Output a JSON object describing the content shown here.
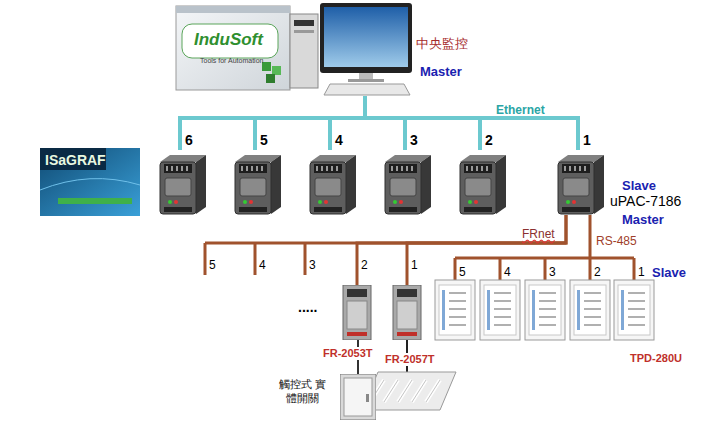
{
  "diagram": {
    "nodes": [
      {
        "text": [
          "中央監控",
          "Master"
        ]
      },
      {
        "text": [
          "6"
        ]
      },
      {
        "text": [
          "5"
        ]
      },
      {
        "text": [
          "4"
        ]
      },
      {
        "text": [
          "3"
        ]
      },
      {
        "text": [
          "2"
        ]
      },
      {
        "text": [
          "1",
          "Slave",
          "uPAC-7186",
          "Master"
        ]
      },
      {
        "text": [
          "FR-2053T"
        ]
      },
      {
        "text": [
          "FR-2057T"
        ]
      },
      {
        "text": [
          "觸控式 實體開關"
        ]
      }
    ],
    "edges": [
      {
        "from": 0,
        "to": 1,
        "arrow": "none"
      },
      {
        "from": 0,
        "to": 2,
        "arrow": "none"
      },
      {
        "from": 0,
        "to": 3,
        "arrow": "none"
      },
      {
        "from": 0,
        "to": 4,
        "arrow": "none"
      },
      {
        "from": 0,
        "to": 5,
        "arrow": "none"
      },
      {
        "from": 0,
        "to": 6,
        "arrow": "none"
      },
      {
        "from": 6,
        "to": 7,
        "arrow": "none"
      },
      {
        "from": 6,
        "to": 8,
        "arrow": "none"
      },
      {
        "from": 7,
        "to": 9,
        "arrow": "none"
      }
    ],
    "labels": [
      "InduSoft",
      "Tools for Automation",
      "Ethernet",
      "ISaGRAF",
      "FRnet",
      "RS-485",
      "5",
      "4",
      "3",
      "2",
      "1",
      "5",
      "4",
      "3",
      "2",
      "1",
      "Slave",
      ".....",
      "TPD-280U"
    ]
  }
}
